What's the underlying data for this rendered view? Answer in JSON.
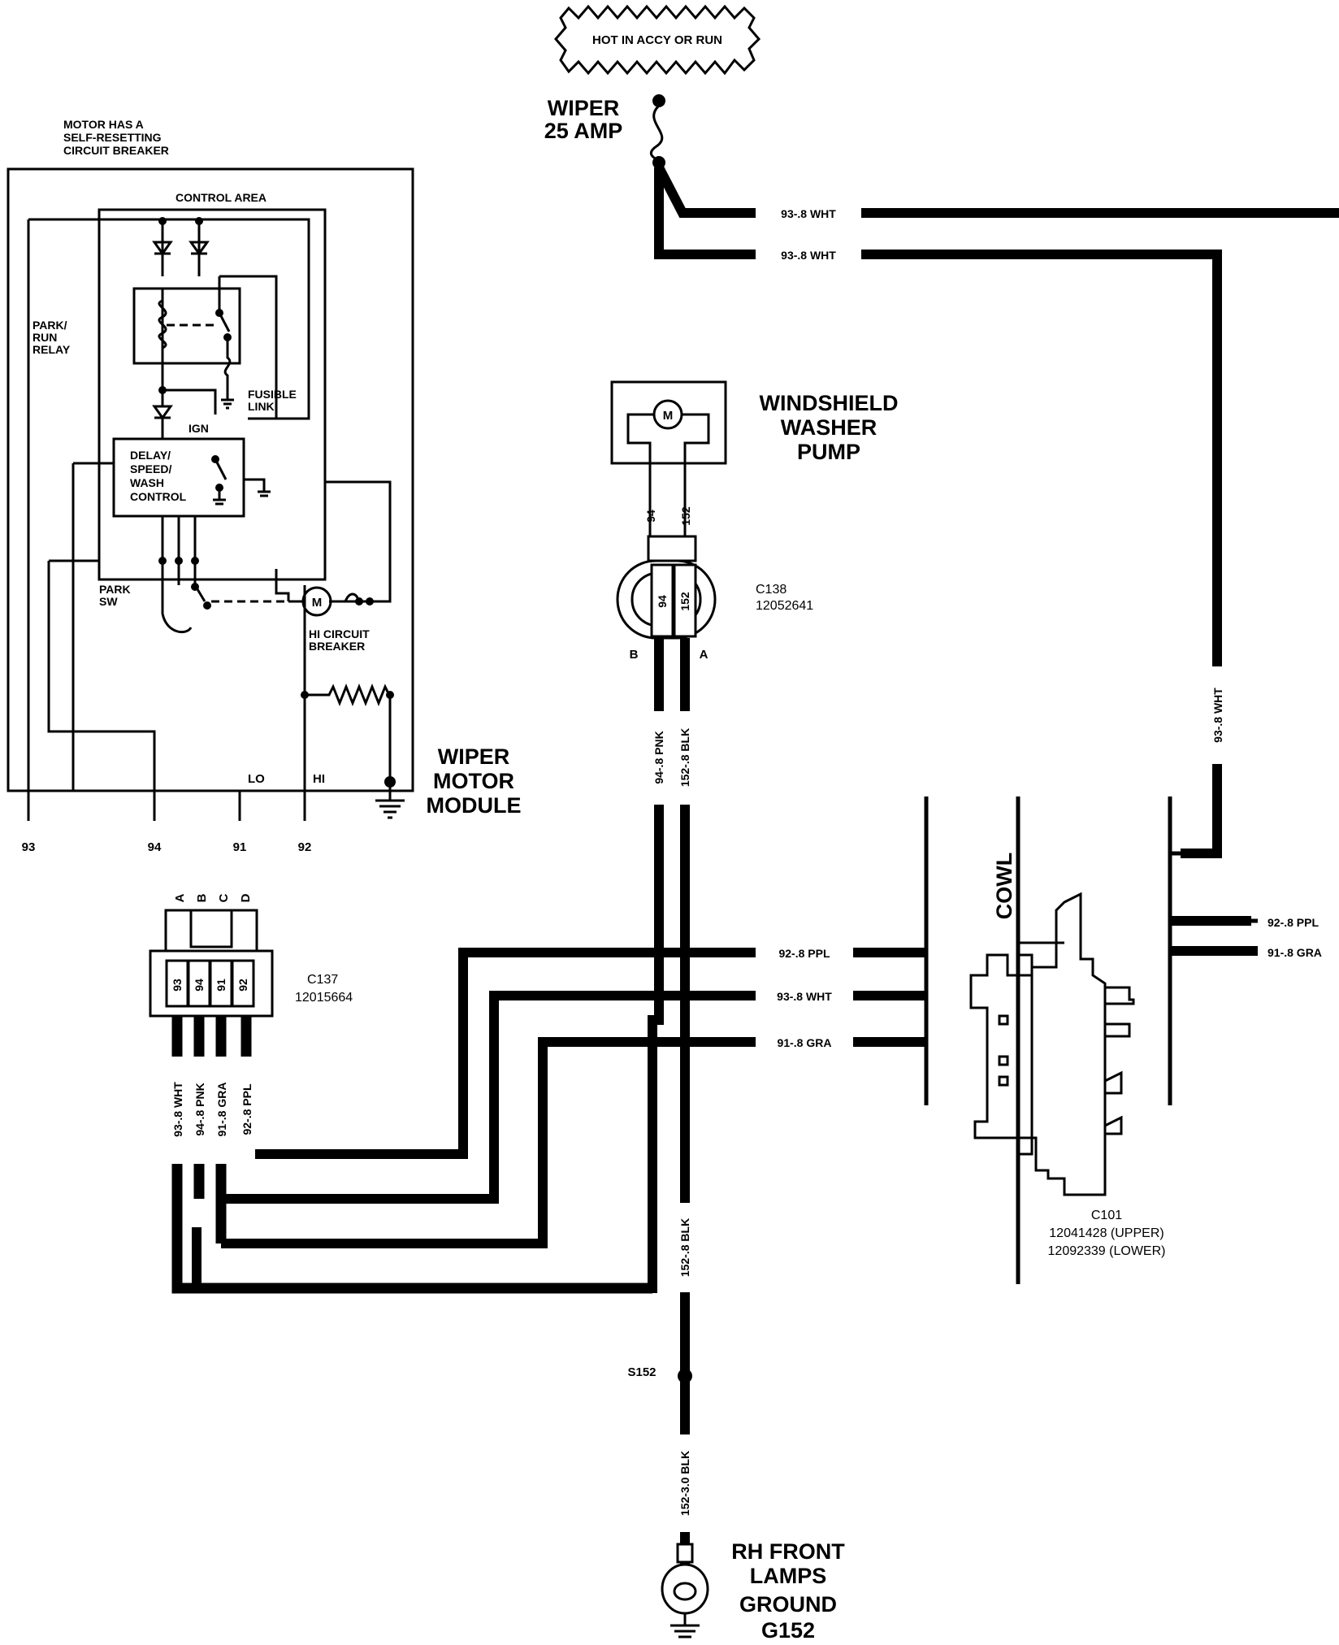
{
  "hot_banner": "HOT IN ACCY OR RUN",
  "fuse": {
    "line1": "WIPER",
    "line2": "25 AMP"
  },
  "motor_module": {
    "note_line1": "MOTOR HAS A",
    "note_line2": "SELF-RESETTING",
    "note_line3": "CIRCUIT BREAKER",
    "control_area": "CONTROL AREA",
    "park_run_relay": [
      "PARK/",
      "RUN",
      "RELAY"
    ],
    "fusible_link": [
      "FUSIBLE",
      "LINK"
    ],
    "ign": "IGN",
    "delay_control": [
      "DELAY/",
      "SPEED/",
      "WASH",
      "CONTROL"
    ],
    "park_sw": [
      "PARK",
      "SW"
    ],
    "motor_symbol": "M",
    "hi_breaker": [
      "HI CIRCUIT",
      "BREAKER"
    ],
    "lo": "LO",
    "hi": "HI",
    "title": [
      "WIPER",
      "MOTOR",
      "MODULE"
    ],
    "pins": [
      "93",
      "94",
      "91",
      "92"
    ]
  },
  "washer_pump": {
    "title": [
      "WINDSHIELD",
      "WASHER",
      "PUMP"
    ],
    "motor_symbol": "M",
    "wire_labels": [
      "94",
      "152"
    ]
  },
  "c138": {
    "name": "C138",
    "part": "12052641",
    "cavities": [
      "94",
      "152"
    ],
    "pin_letters": [
      "B",
      "A"
    ]
  },
  "c137": {
    "name": "C137",
    "part": "12015664",
    "pin_letters": [
      "A",
      "B",
      "C",
      "D"
    ],
    "cavities": [
      "93",
      "94",
      "91",
      "92"
    ],
    "wires": [
      "93-.8 WHT",
      "94-.8 PNK",
      "91-.8 GRA",
      "92-.8 PPL"
    ]
  },
  "wires": {
    "top_wht_1": "93-.8 WHT",
    "top_wht_2": "93-.8 WHT",
    "vertical_wht": "93-.8 WHT",
    "pnk": "94-.8 PNK",
    "blk_upper": "152-.8 BLK",
    "blk_lower": "152-.8 BLK",
    "ppl_mid": "92-.8 PPL",
    "wht_mid": "93-.8 WHT",
    "gra_mid": "91-.8 GRA",
    "ppl_right": "92-.8 PPL",
    "gra_right": "91-.8 GRA",
    "blk_ground": "152-3.0 BLK"
  },
  "cowl": "COWL",
  "c101": {
    "name": "C101",
    "upper": "12041428 (UPPER)",
    "lower": "12092339 (LOWER)"
  },
  "splice": "S152",
  "ground": {
    "title": [
      "RH FRONT",
      "LAMPS",
      "GROUND",
      "G152"
    ]
  }
}
